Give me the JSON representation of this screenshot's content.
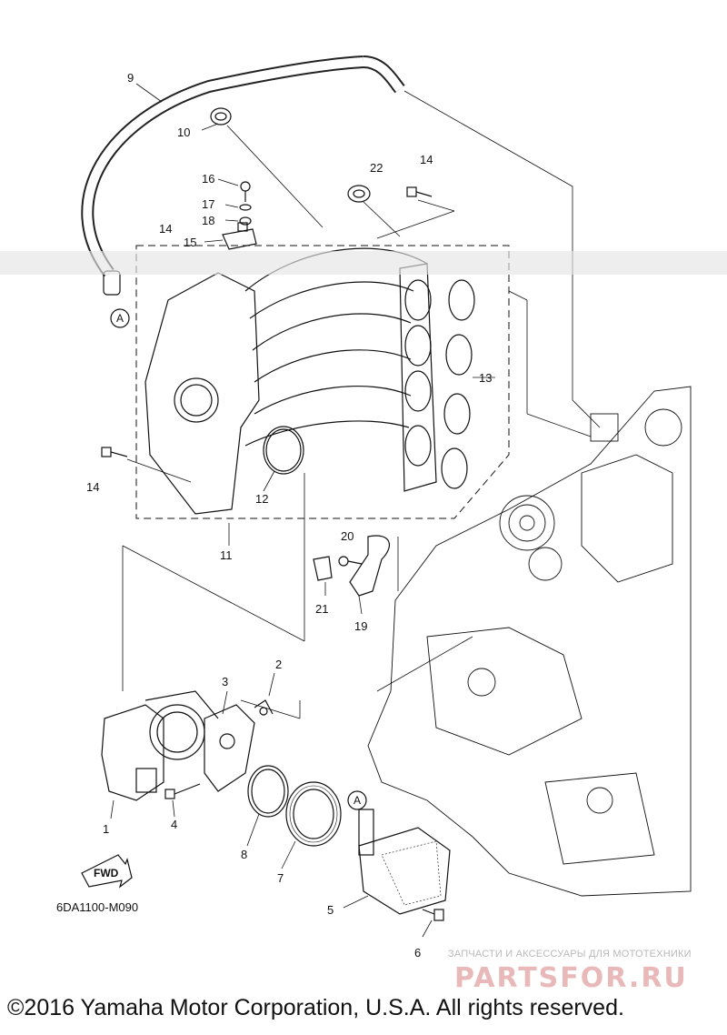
{
  "diagram": {
    "code": "6DA1100-M090",
    "fwd_label": "FWD",
    "callout_letter": "A",
    "parts": [
      {
        "id": "1",
        "label": "1"
      },
      {
        "id": "2",
        "label": "2"
      },
      {
        "id": "3",
        "label": "3"
      },
      {
        "id": "4",
        "label": "4"
      },
      {
        "id": "5",
        "label": "5"
      },
      {
        "id": "6",
        "label": "6"
      },
      {
        "id": "7",
        "label": "7"
      },
      {
        "id": "8",
        "label": "8"
      },
      {
        "id": "9",
        "label": "9"
      },
      {
        "id": "10",
        "label": "10"
      },
      {
        "id": "11",
        "label": "11"
      },
      {
        "id": "12",
        "label": "12"
      },
      {
        "id": "13",
        "label": "13"
      },
      {
        "id": "14",
        "label": "14"
      },
      {
        "id": "15",
        "label": "15"
      },
      {
        "id": "16",
        "label": "16"
      },
      {
        "id": "17",
        "label": "17"
      },
      {
        "id": "18",
        "label": "18"
      },
      {
        "id": "19",
        "label": "19"
      },
      {
        "id": "20",
        "label": "20"
      },
      {
        "id": "21",
        "label": "21"
      },
      {
        "id": "22",
        "label": "22"
      }
    ]
  },
  "watermark": {
    "tagline": "ЗАПЧАСТИ И АКСЕССУАРЫ ДЛЯ МОТОТЕХНИКИ",
    "brand": "PARTSFOR.RU"
  },
  "copyright": "©2016 Yamaha Motor Corporation, U.S.A. All rights reserved."
}
